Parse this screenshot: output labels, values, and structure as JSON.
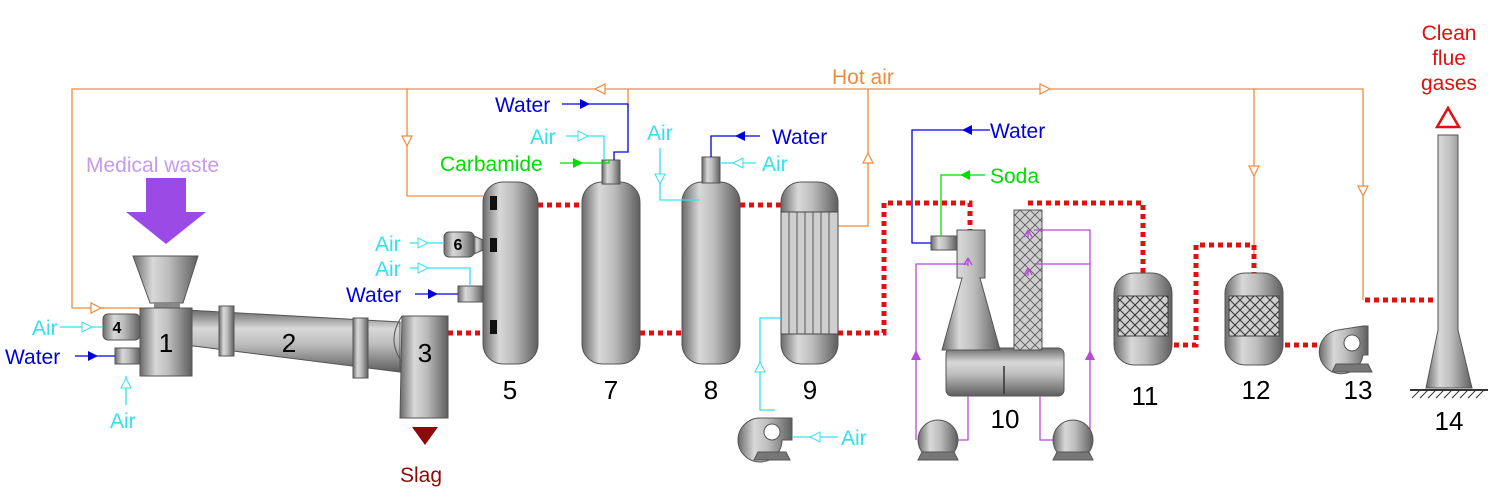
{
  "labels": {
    "medical_waste": "Medical waste",
    "hot_air": "Hot air",
    "clean_flue_gases_1": "Clean",
    "clean_flue_gases_2": "flue",
    "clean_flue_gases_3": "gases",
    "slag": "Slag",
    "air": "Air",
    "water": "Water",
    "carbamide": "Carbamide",
    "soda": "Soda"
  },
  "units": {
    "u1": "1",
    "u2": "2",
    "u3": "3",
    "u4": "4",
    "u5": "5",
    "u6": "6",
    "u7": "7",
    "u8": "8",
    "u9": "9",
    "u10": "10",
    "u11": "11",
    "u12": "12",
    "u13": "13",
    "u14": "14"
  },
  "colors": {
    "hot_air": "#f08a3c",
    "air": "#33e0f0",
    "water": "#0000dd",
    "carbamide": "#00dd00",
    "soda": "#00dd00",
    "medical_waste": "#c79af0",
    "waste_arrow": "#9b4ae6",
    "slag": "#8b0a0a",
    "flue_gas": "#e01010",
    "clean_flue": "#e01010",
    "liquid": "#b64ad6"
  }
}
